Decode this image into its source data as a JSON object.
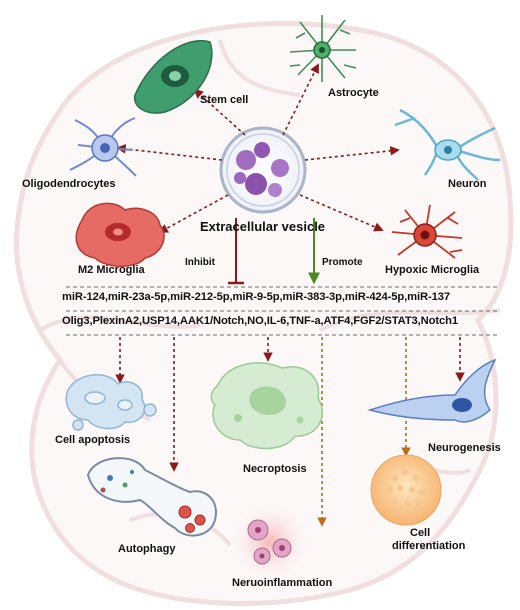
{
  "center": {
    "label": "Extracellular vesicle"
  },
  "targets": {
    "stem_cell": "Stem cell",
    "astrocyte": "Astrocyte",
    "oligodendrocytes": "Oligodendrocytes",
    "neuron": "Neuron",
    "m2_microglia": "M2 Microglia",
    "hypoxic_microglia": "Hypoxic Microglia"
  },
  "regulation": {
    "inhibit": "Inhibit",
    "promote": "Promote"
  },
  "mirnas": "miR-124,miR-23a-5p,miR-212-5p,miR-9-5p,miR-383-3p,miR-424-5p,miR-137",
  "molecular_targets": "Olig3,PlexinA2,USP14,AAK1/Notch,NO,IL-6,TNF-a,ATF4,FGF2/STAT3,Notch1",
  "outcomes": {
    "cell_apoptosis": "Cell apoptosis",
    "autophagy": "Autophagy",
    "necroptosis": "Necroptosis",
    "neuroinflammation": "Neruoinflammation",
    "neurogenesis": "Neurogenesis",
    "cell_differentiation_line1": "Cell",
    "cell_differentiation_line2": "differentiation"
  },
  "colors": {
    "inhibit_arrow": "#8b1a1a",
    "promote_arrow": "#4a8a1e",
    "outcome_arrow": "#b5701c",
    "brain_outline": "#f1dede"
  }
}
